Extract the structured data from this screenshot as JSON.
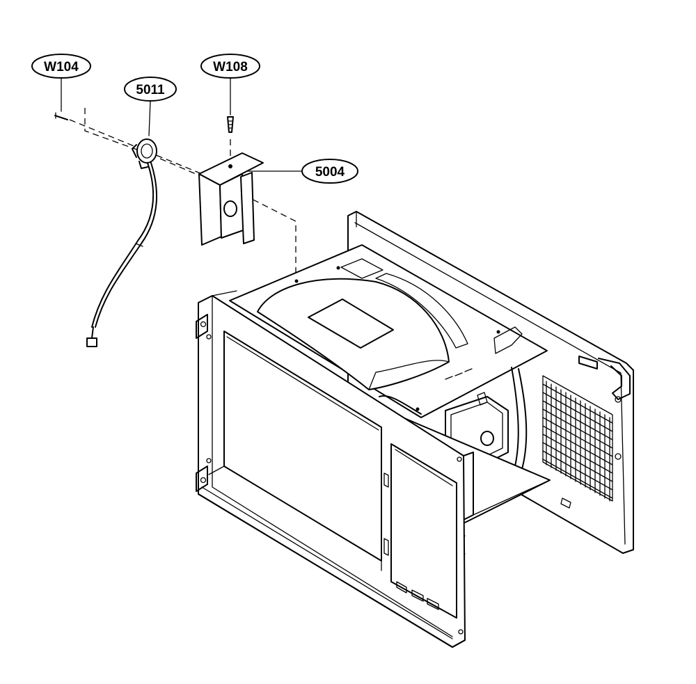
{
  "callouts": {
    "w104": "W104",
    "p5011": "5011",
    "w108": "W108",
    "p5004": "5004"
  }
}
